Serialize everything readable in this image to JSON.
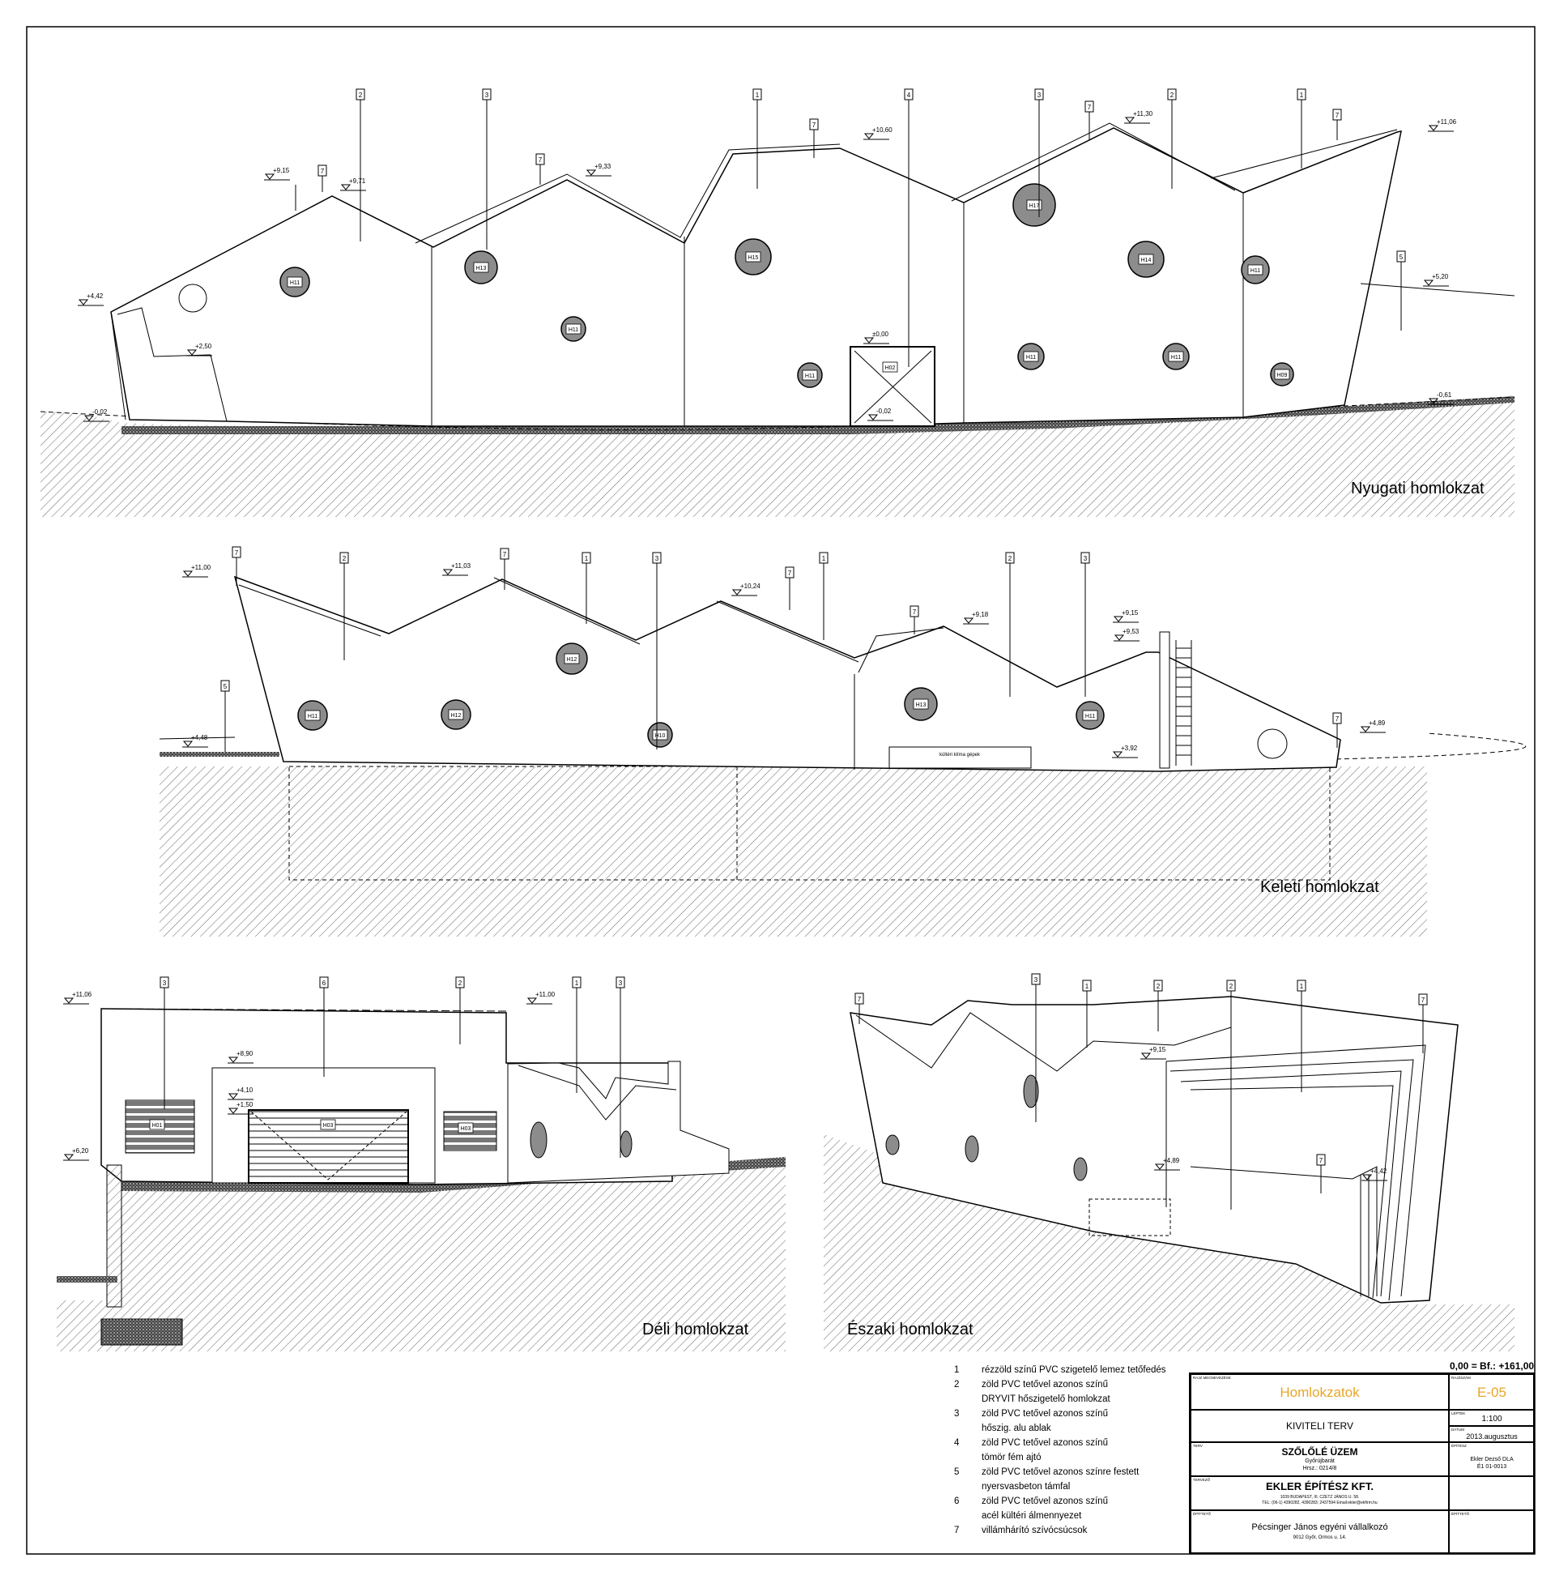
{
  "colors": {
    "ink": "#000000",
    "hatch": "#666666",
    "window_fill": "#8c8c8c",
    "accent": "#e8a628",
    "paper": "#ffffff"
  },
  "views": [
    {
      "title": "Nyugati homlokzat",
      "levels": [
        "+4,42",
        "+9,15",
        "+9,71",
        "+9,33",
        "+10,60",
        "+11,30",
        "+11,06",
        "+5,20",
        "±0,00",
        "+2,50",
        "-0,02",
        "-0,02",
        "-0,61"
      ],
      "windows": [
        "H11",
        "H13",
        "H11",
        "H15",
        "H11",
        "H02",
        "H17",
        "H14",
        "H11",
        "H11",
        "H11",
        "H09"
      ],
      "leaders": [
        "2",
        "3",
        "1",
        "4",
        "3",
        "2",
        "1",
        "7",
        "7",
        "7",
        "7",
        "7",
        "5"
      ]
    },
    {
      "title": "Keleti homlokzat",
      "levels": [
        "+11,00",
        "+11,03",
        "+10,24",
        "+9,18",
        "+9,53",
        "+9,15",
        "+4,48",
        "+3,92",
        "+4,89"
      ],
      "windows": [
        "H11",
        "H12",
        "H12",
        "H10",
        "H13",
        "H11"
      ],
      "leaders": [
        "7",
        "2",
        "7",
        "1",
        "3",
        "7",
        "1",
        "7",
        "2",
        "3",
        "5",
        "7"
      ],
      "notes": [
        "kültéri klíma gépek"
      ]
    },
    {
      "title": "Déli homlokzat",
      "levels": [
        "+11,06",
        "+11,00",
        "+6,20",
        "+8,90",
        "+4,10",
        "+1,50"
      ],
      "windows": [
        "H01",
        "H03",
        "H03"
      ],
      "leaders": [
        "3",
        "6",
        "2",
        "1",
        "3"
      ]
    },
    {
      "title": "Északi homlokzat",
      "levels": [
        "+9,15",
        "+4,89",
        "+4,42"
      ],
      "leaders": [
        "7",
        "3",
        "1",
        "2",
        "2",
        "1",
        "7",
        "7"
      ]
    }
  ],
  "legend": [
    {
      "num": "1",
      "lines": [
        "rézzöld színű PVC szigetelő lemez tetőfedés"
      ]
    },
    {
      "num": "2",
      "lines": [
        "zöld PVC tetővel azonos színű",
        "DRYVIT hőszigetelő homlokzat"
      ]
    },
    {
      "num": "3",
      "lines": [
        "zöld PVC tetővel azonos színű",
        "hőszig. alu ablak"
      ]
    },
    {
      "num": "4",
      "lines": [
        "zöld PVC tetővel azonos színű",
        "tömör fém ajtó"
      ]
    },
    {
      "num": "5",
      "lines": [
        "zöld PVC tetővel azonos színre festett",
        "nyersvasbeton támfal"
      ]
    },
    {
      "num": "6",
      "lines": [
        "zöld PVC tetővel azonos színű",
        "acél kültéri álmennyezet"
      ]
    },
    {
      "num": "7",
      "lines": [
        "villámhárító szívócsúcsok"
      ]
    }
  ],
  "datum": "0,00 = Bf.: +161,00",
  "titleblock": {
    "label_drawing": "RAJZ MEGNEVEZÉSE",
    "drawing_name": "Homlokzatok",
    "label_number": "RAJZSZÁM",
    "drawing_number": "E-05",
    "phase": "KIVITELI TERV",
    "label_scale": "LÉPTÉK",
    "scale": "1:100",
    "label_date": "DÁTUM",
    "date": "2013.augusztus",
    "label_project": "TERV",
    "project": "SZŐLŐLÉ ÜZEM",
    "location": "Győrújbarát",
    "parcel": "Hrsz.: 0214/8",
    "label_designer": "TERVEZŐ",
    "designer": "EKLER ÉPÍTÉSZ KFT.",
    "designer_address": "1039 BUDAPEST, III. CZETZ JÁNOS U. 58.",
    "designer_contact": "TEL: (06-1) 4390282, 4390283; 2437594 Email:ekler@ekfirm.hu",
    "label_signer": "ÉPÍTÉSZ",
    "signer": "Ekler Dezső DLA",
    "signer_id": "É1 01-0013",
    "label_builder": "ÉPÍTTETŐ",
    "builder": "Pécsinger János egyéni vállalkozó",
    "builder_address": "9012 Győr, Ormos u. 14.",
    "label_stamp": "ÉPÍTTETŐ"
  }
}
